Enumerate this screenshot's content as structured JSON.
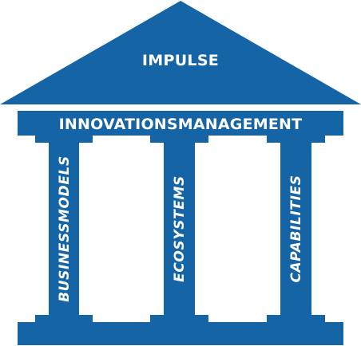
{
  "colors": {
    "primary": "#1464a6",
    "text": "#ffffff",
    "background": "#ffffff"
  },
  "roof": {
    "label": "IMPULSE"
  },
  "beam": {
    "label": "INNOVATIONSMANAGEMENT"
  },
  "pillars": [
    {
      "label": "BUSINESSMODELS"
    },
    {
      "label": "ECOSYSTEMS"
    },
    {
      "label": "CAPABILITIES"
    }
  ]
}
